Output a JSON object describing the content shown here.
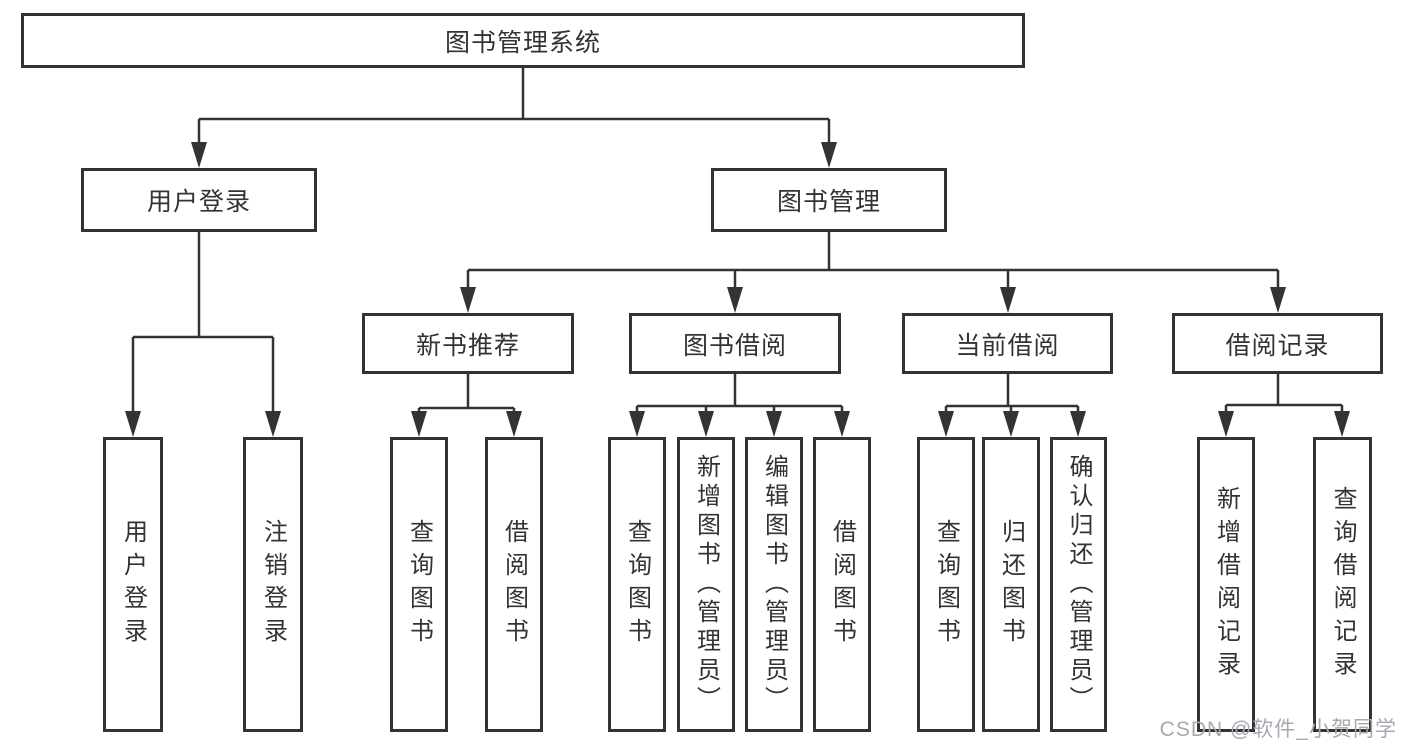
{
  "diagram": {
    "title": "图书管理系统",
    "level2": {
      "user_login": "用户登录",
      "book_management": "图书管理"
    },
    "level3": {
      "new_book_recommend": "新书推荐",
      "book_borrow": "图书借阅",
      "current_borrow": "当前借阅",
      "borrow_records": "借阅记录"
    },
    "leaves": {
      "user_login": "用户登录",
      "logout": "注销登录",
      "nb_query_books": "查询图书",
      "nb_borrow_books": "借阅图书",
      "bb_query_books": "查询图书",
      "bb_add_books_admin": "新增图书（管理员）",
      "bb_edit_books_admin": "编辑图书（管理员）",
      "bb_borrow_books": "借阅图书",
      "cb_query_books": "查询图书",
      "cb_return_books": "归还图书",
      "cb_confirm_return_admin": "确认归还（管理员）",
      "br_add_record": "新增借阅记录",
      "br_query_record": "查询借阅记录"
    },
    "watermark": "CSDN @软件_小贺同学",
    "colors": {
      "line": "#333333",
      "box_border": "#333333",
      "box_fill": "#ffffff",
      "text": "#333333",
      "watermark_text": "#a8a8b0",
      "background": "#ffffff"
    }
  }
}
